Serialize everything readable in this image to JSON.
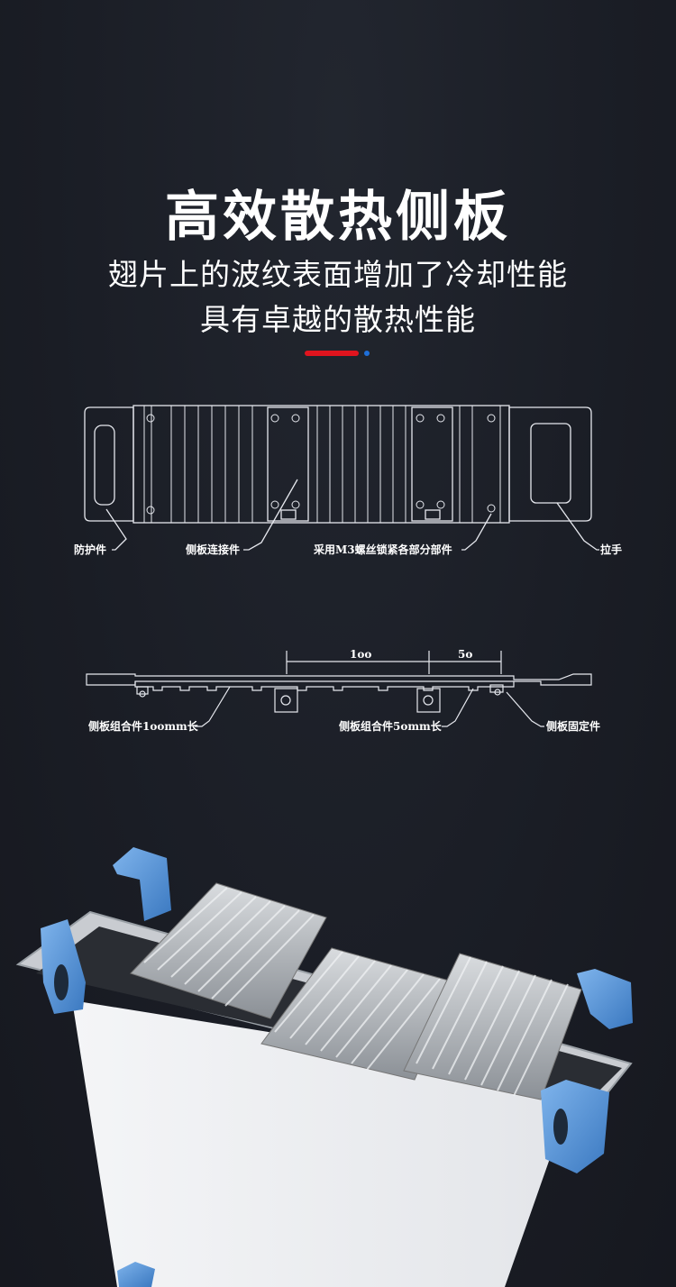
{
  "header": {
    "title": "高效散热侧板",
    "subtitle_line1": "翅片上的波纹表面增加了冷却性能",
    "subtitle_line2": "具有卓越的散热性能"
  },
  "top_view": {
    "labels": {
      "protector": "防护件",
      "connector": "侧板连接件",
      "screws": "采用M3螺丝锁紧各部分部件",
      "handle": "拉手"
    }
  },
  "side_view": {
    "dims": {
      "left": "1oo",
      "right": "5o"
    },
    "labels": {
      "assembly100": "侧板组合件1oomm长",
      "assembly50": "侧板组合件5omm长",
      "fixture": "侧板固定件"
    }
  },
  "colors": {
    "accent_red": "#e0141e",
    "accent_blue": "#1e6fd9",
    "bracket_blue": "#4a8ed8"
  }
}
